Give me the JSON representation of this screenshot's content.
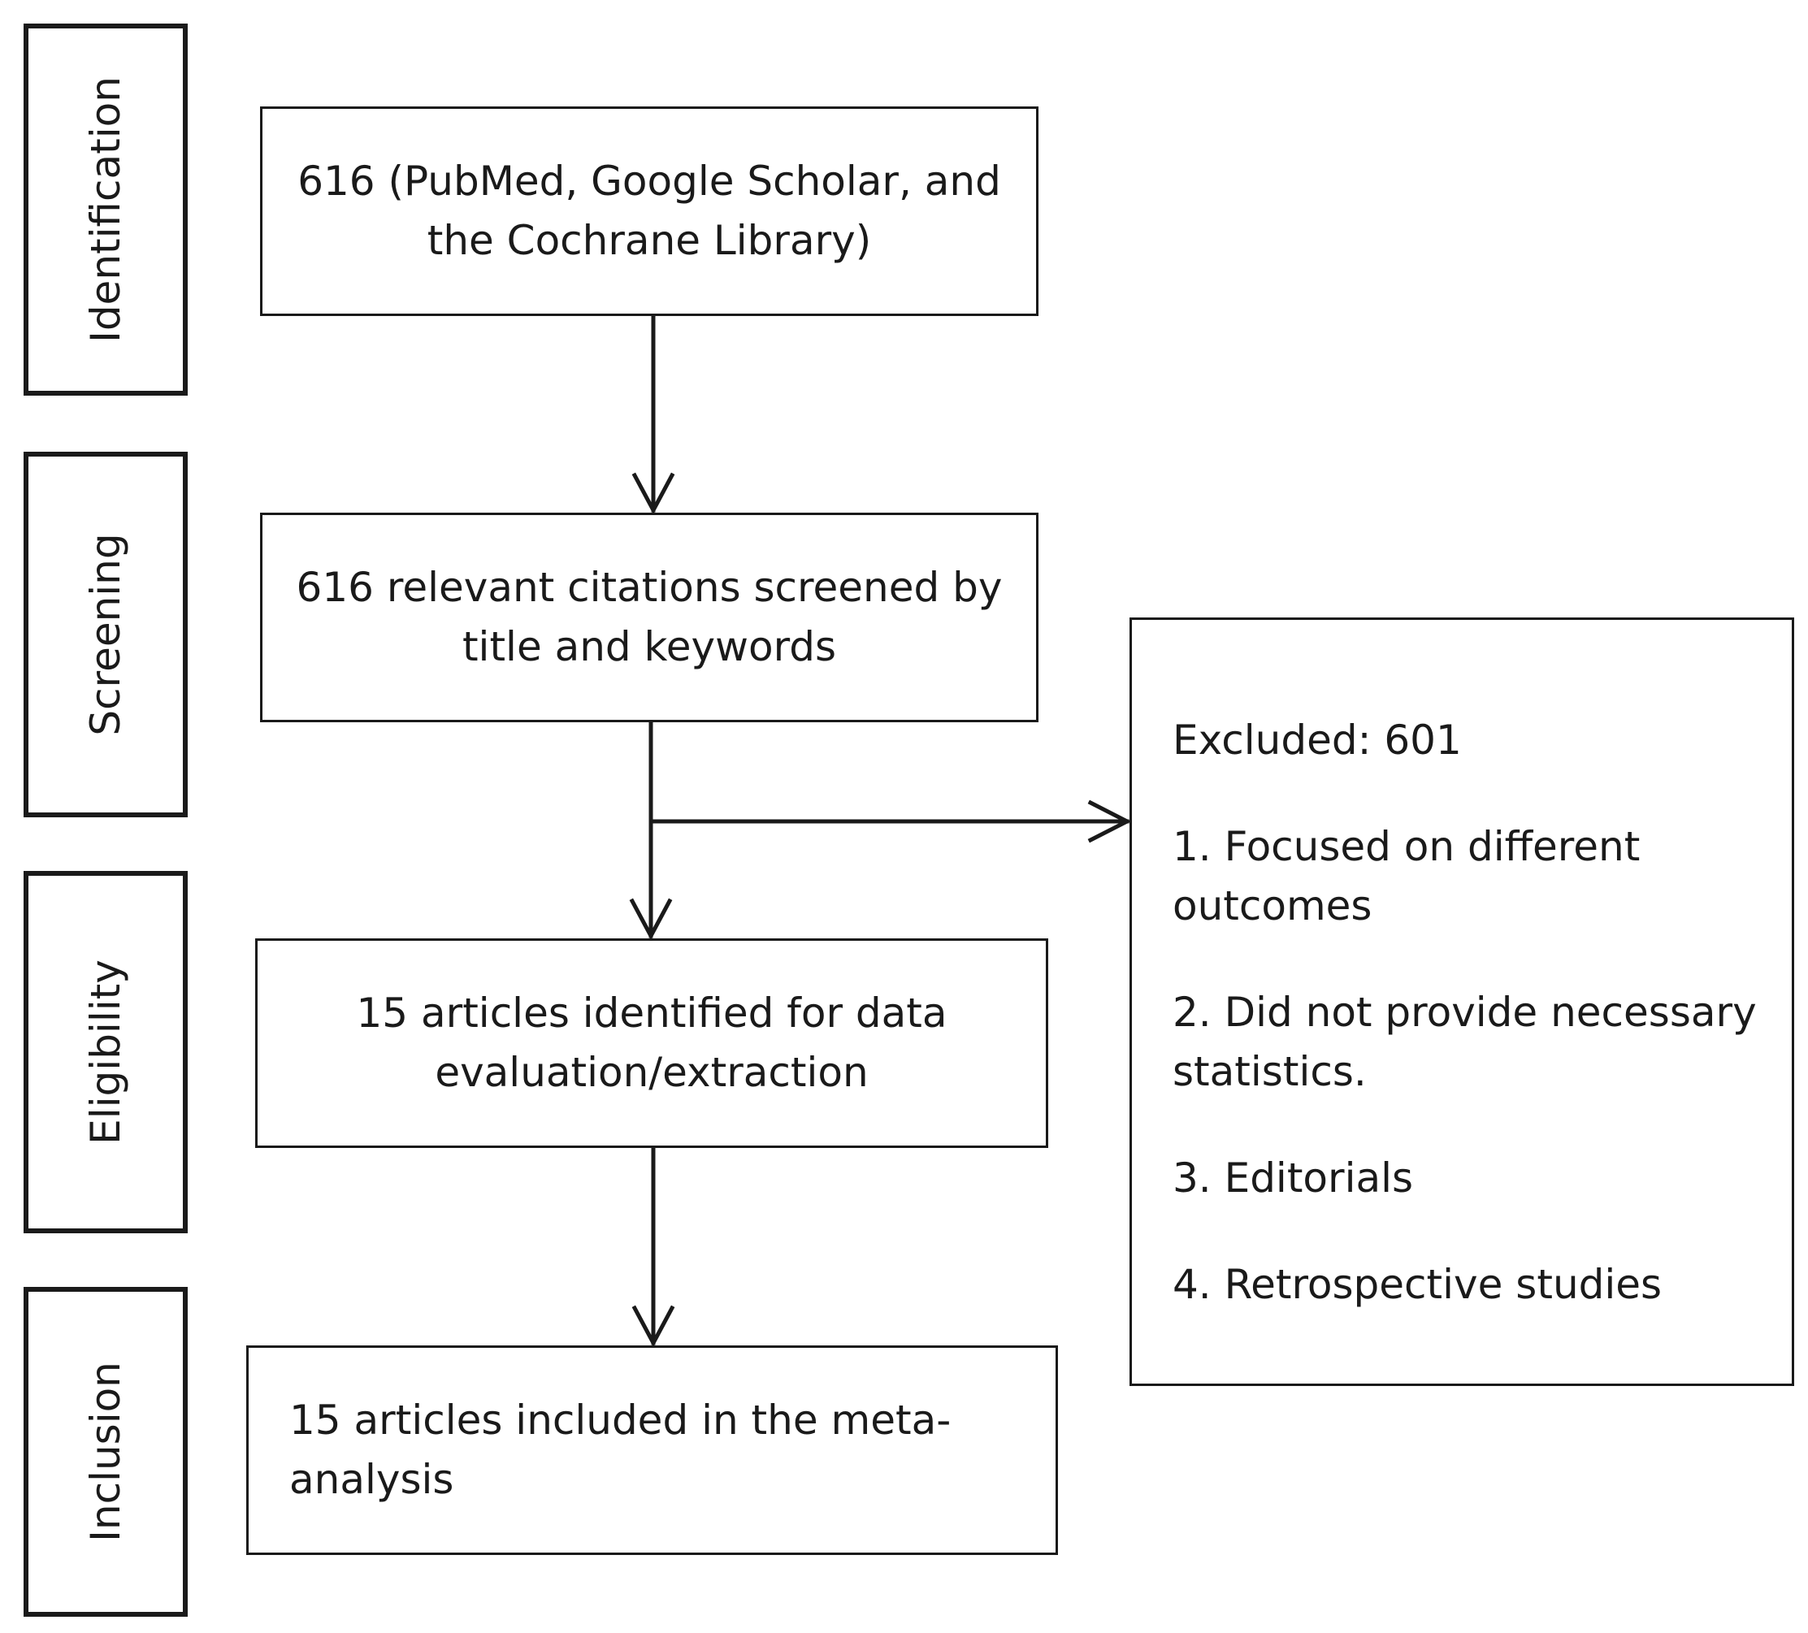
{
  "stages": [
    {
      "key": "identification",
      "label": "Identification"
    },
    {
      "key": "screening",
      "label": "Screening"
    },
    {
      "key": "eligibility",
      "label": "Eligibility"
    },
    {
      "key": "inclusion",
      "label": "Inclusion"
    }
  ],
  "boxes": {
    "identification": {
      "line1": "616 (PubMed, Google Scholar, and",
      "line2": "the Cochrane Library)"
    },
    "screening": {
      "line1": "616  relevant citations screened by",
      "line2": "title and keywords"
    },
    "eligibility": {
      "line1": "15 articles identified for data",
      "line2": "evaluation/extraction"
    },
    "inclusion": {
      "line1": "15 articles included in the meta-",
      "line2": "analysis"
    }
  },
  "excluded": {
    "heading": "Excluded: 601",
    "reasons": [
      {
        "line1": "1. Focused on different",
        "line2": "outcomes"
      },
      {
        "line1": "2. Did not provide necessary",
        "line2": "statistics."
      },
      {
        "line1": "3. Editorials"
      },
      {
        "line1": "4. Retrospective studies"
      }
    ]
  }
}
